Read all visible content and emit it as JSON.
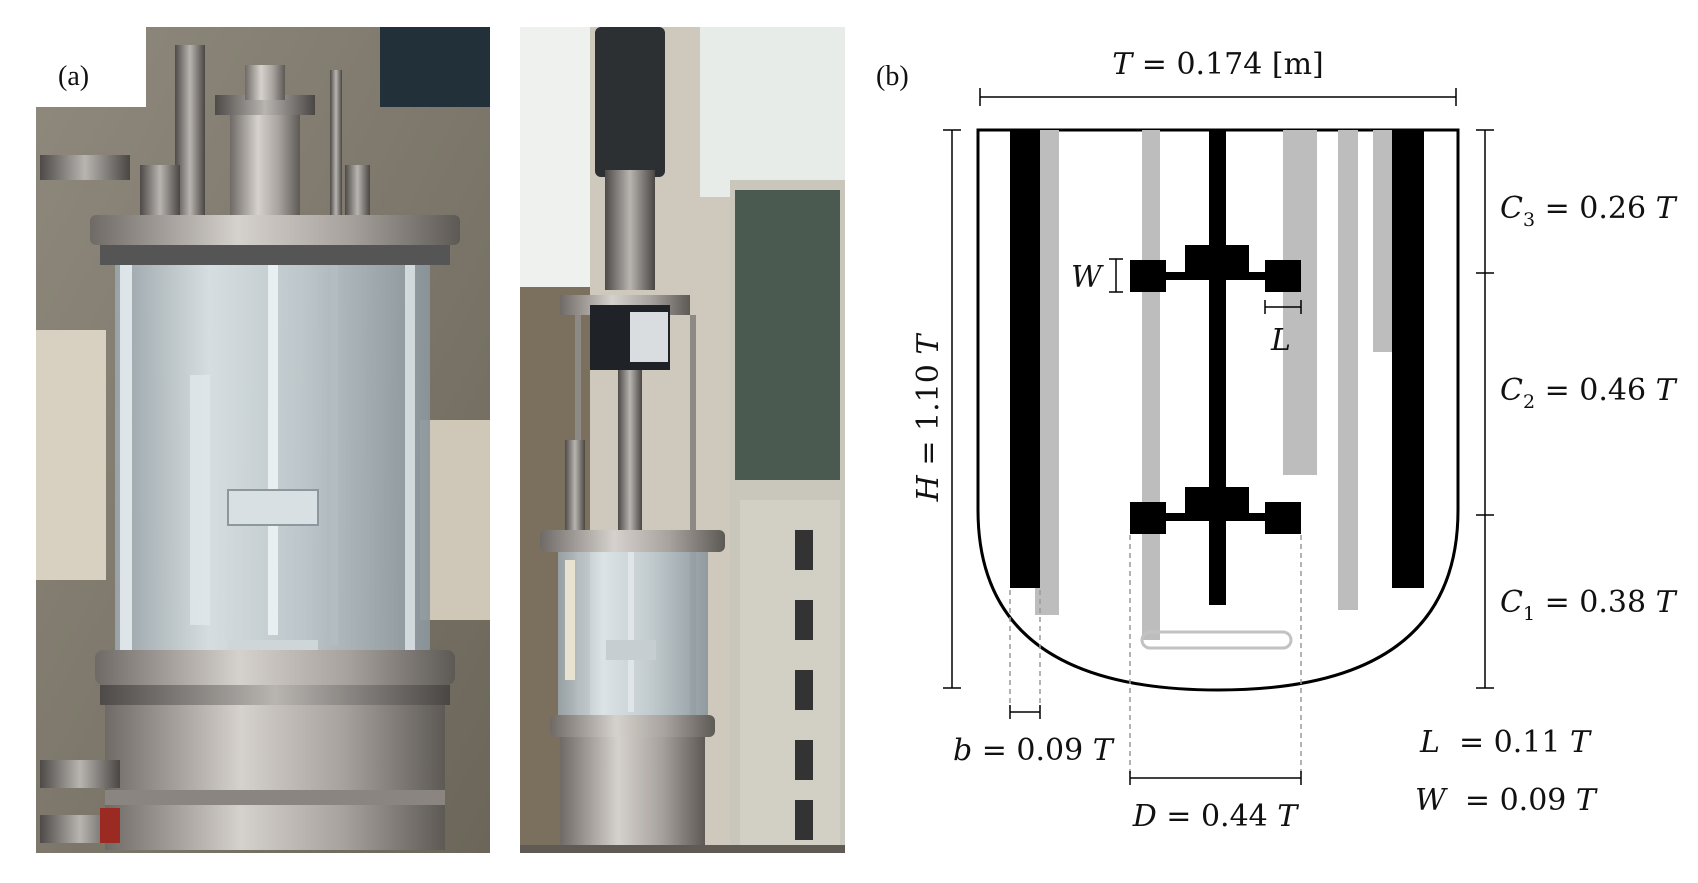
{
  "panels": {
    "a_label": "(a)",
    "b_label": "(b)"
  },
  "photos": [
    {
      "name": "glass-bioreactor-vessel",
      "description": ""
    },
    {
      "name": "bioreactor-assembly-with-motor",
      "description": ""
    }
  ],
  "diagram": {
    "T": {
      "sym": "T",
      "rest": " = 0.174 [m]"
    },
    "H": {
      "sym": "H",
      "rest": " = 1.10 ",
      "unit": "T"
    },
    "C3": {
      "sym": "C",
      "sub": "3",
      "rest": " = 0.26 ",
      "unit": "T"
    },
    "C2": {
      "sym": "C",
      "sub": "2",
      "rest": " = 0.46 ",
      "unit": "T"
    },
    "C1": {
      "sym": "C",
      "sub": "1",
      "rest": " = 0.38 ",
      "unit": "T"
    },
    "W_marker": "W",
    "L_marker": "L",
    "b": {
      "sym": "b",
      "rest": " = 0.09 ",
      "unit": "T"
    },
    "D": {
      "sym": "D",
      "rest": " = 0.44 ",
      "unit": "T"
    },
    "L_eq": {
      "sym": "L",
      "rest": "  = 0.11 ",
      "unit": "T"
    },
    "W_eq": {
      "sym": "W",
      "rest": "  = 0.09 ",
      "unit": "T"
    }
  },
  "colors": {
    "dark": "#000000",
    "gray": "#bdbdbd",
    "dashed": "#9a9a9a"
  }
}
